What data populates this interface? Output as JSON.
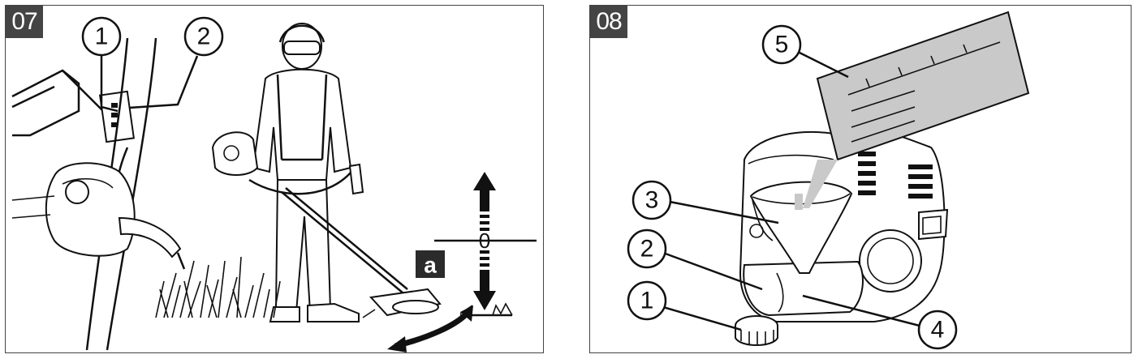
{
  "panel_07": {
    "tag": "07",
    "callouts": [
      "1",
      "2"
    ],
    "height_label": "0",
    "badge": "a"
  },
  "panel_08": {
    "tag": "08",
    "callouts": [
      "5",
      "3",
      "2",
      "1",
      "4"
    ]
  }
}
